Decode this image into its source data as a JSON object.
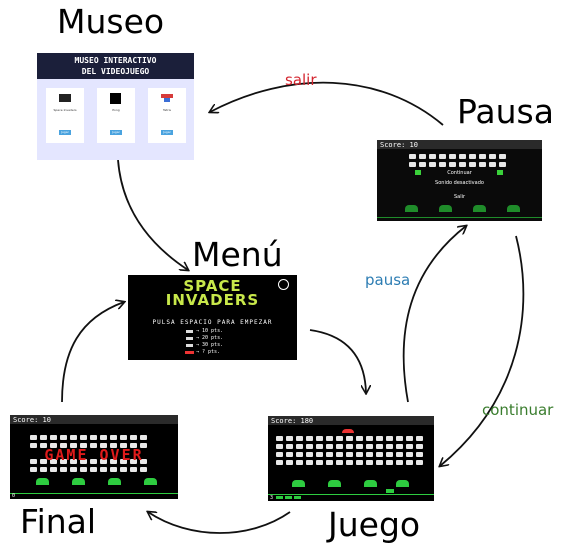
{
  "nodes": {
    "museo": {
      "title": "Museo"
    },
    "menu": {
      "title": "Menú"
    },
    "pausa": {
      "title": "Pausa"
    },
    "juego": {
      "title": "Juego"
    },
    "final": {
      "title": "Final"
    }
  },
  "edges": {
    "salir": {
      "label": "salir",
      "color": "#d4242e"
    },
    "pausa": {
      "label": "pausa",
      "color": "#2d7db3"
    },
    "continuar": {
      "label": "continuar",
      "color": "#3a7d2e"
    }
  },
  "screens": {
    "museo": {
      "banner_line1": "MUSEO INTERACTIVO",
      "banner_line2": "DEL VIDEOJUEGO",
      "cards": [
        {
          "name": "Space Invaders",
          "button": "Jugar"
        },
        {
          "name": "Pong",
          "button": "Jugar"
        },
        {
          "name": "Tetris",
          "button": "Jugar"
        }
      ]
    },
    "menu": {
      "logo_line1": "SPACE",
      "logo_line2": "INVADERS",
      "prompt": "PULSA ESPACIO PARA EMPEZAR",
      "points": [
        "→ 10 pts.",
        "→ 20 pts.",
        "→ 30 pts.",
        "→ ? pts."
      ]
    },
    "pausa": {
      "score": "Score: 10",
      "options": [
        "Continuar",
        "Sonido desactivado",
        "Salir"
      ]
    },
    "juego": {
      "score": "Score: 180",
      "lives": "3"
    },
    "final": {
      "score": "Score: 10",
      "game_over": "GAME OVER",
      "footer": "0"
    }
  }
}
